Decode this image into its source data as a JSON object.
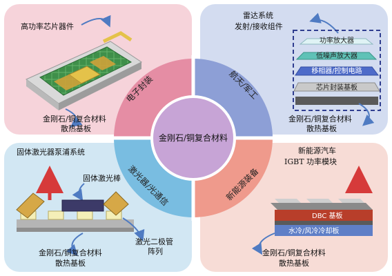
{
  "center": {
    "label": "金刚石/铜复合材料"
  },
  "quadrants": {
    "electronics": {
      "ring_label": "电子封装",
      "labels": {
        "device": "高功率芯片器件",
        "substrate_1": "金刚石/铜复合材料",
        "substrate_2": "散热基板"
      }
    },
    "aerospace": {
      "ring_label": "航天/军工",
      "labels": {
        "radar_1": "雷达系统",
        "radar_2": "发射/接收组件",
        "substrate_1": "金刚石/铜复合材料",
        "substrate_2": "散热基板"
      },
      "layers": [
        "功率放大器",
        "低噪声放大器",
        "移相器/控制电路",
        "芯片封装基板"
      ]
    },
    "laser": {
      "ring_label": "激光器/光通信",
      "labels": {
        "system": "固体激光器泵浦系统",
        "rod": "固体激光棒",
        "diode_1": "激光二极管",
        "diode_2": "阵列",
        "substrate_1": "金刚石/铜复合材料",
        "substrate_2": "散热基板"
      }
    },
    "ev": {
      "ring_label": "新能源装备",
      "labels": {
        "module_1": "新能源汽车",
        "module_2": "IGBT 功率模块",
        "substrate_1": "金刚石/铜复合材料",
        "substrate_2": "散热基板"
      },
      "layers": [
        "DBC 基板",
        "水冷/风冷冷却板"
      ]
    }
  },
  "colors": {
    "q_electronics": "#f6d3da",
    "q_aerospace": "#d3dcf0",
    "q_laser": "#d2e7f3",
    "q_ev": "#f7dcd6",
    "ring_electronics": "#e58da4",
    "ring_aerospace": "#8d9fd6",
    "ring_laser": "#79bde1",
    "ring_ev": "#ef9a8c",
    "center": "#c7a4d6",
    "arrow_blue": "#4f7bc2",
    "arrow_red": "#d63a3a"
  }
}
